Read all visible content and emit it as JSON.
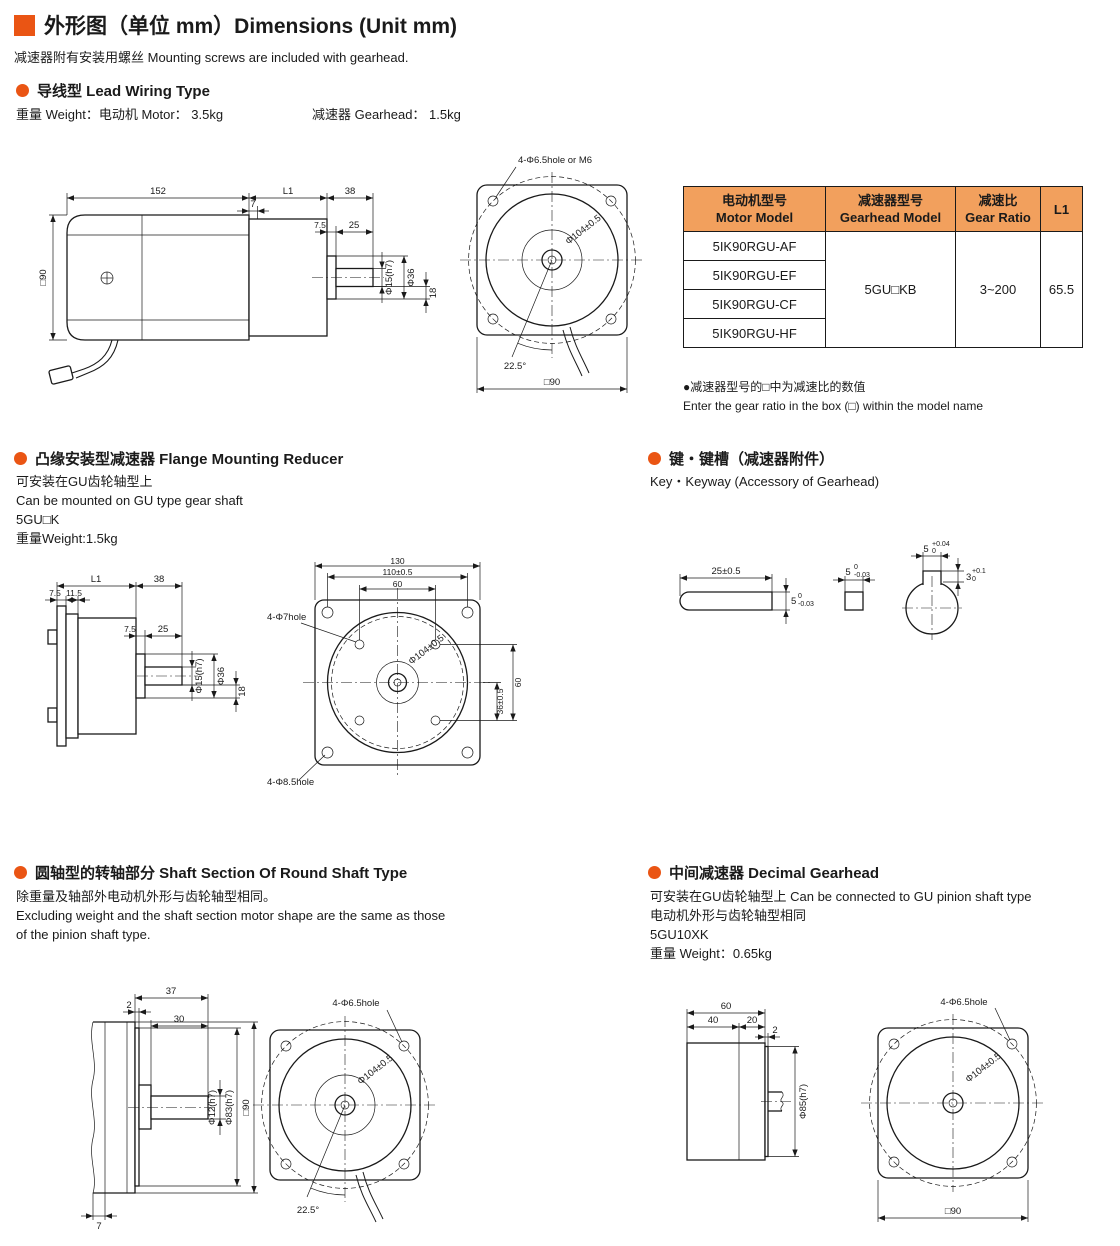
{
  "colors": {
    "accent": "#ea5514",
    "table_header_b g_unused": "",
    "table_header_bg": "#f2a05d"
  },
  "header": {
    "title": "外形图（单位 mm）Dimensions (Unit mm)",
    "subtitle": "减速器附有安装用螺丝 Mounting screws are included with gearhead."
  },
  "lead_wiring": {
    "heading": "导线型 Lead Wiring Type",
    "weight_motor": "重量 Weight：电动机 Motor： 3.5kg",
    "weight_gearhead": "减速器 Gearhead： 1.5kg",
    "dims": {
      "motor_length": "152",
      "gearhead_length": "L1",
      "shaft_section": "38",
      "joint": "7",
      "boss_length": "7.5",
      "shaft_length": "25",
      "shaft_dia": "Φ15(h7)",
      "boss_dia": "Φ36",
      "key_offset": "18",
      "frame_size": "□90",
      "front_holes": "4-Φ6.5hole or M6",
      "bolt_circle": "Φ104±0.5",
      "wire_angle": "22.5°",
      "front_frame": "□90"
    }
  },
  "spec_table": {
    "headers": {
      "motor_zh": "电动机型号",
      "motor_en": "Motor Model",
      "gearhead_zh": "减速器型号",
      "gearhead_en": "Gearhead Model",
      "ratio_zh": "减速比",
      "ratio_en": "Gear Ratio",
      "l1": "L1"
    },
    "motor_models": [
      "5IK90RGU-AF",
      "5IK90RGU-EF",
      "5IK90RGU-CF",
      "5IK90RGU-HF"
    ],
    "gearhead_model": "5GU□KB",
    "gear_ratio": "3~200",
    "l1_value": "65.5",
    "note_zh": "●减速器型号的□中为减速比的数值",
    "note_en": "Enter the gear ratio in the box (□) within the model name"
  },
  "flange": {
    "heading": "凸缘安装型减速器 Flange Mounting Reducer",
    "line1": "可安装在GU齿轮轴型上",
    "line2": "Can be mounted on GU type gear shaft",
    "line3": "5GU□K",
    "line4": "重量Weight:1.5kg",
    "dims": {
      "gearhead_length": "L1",
      "shaft_section": "38",
      "flange_thickness": "7.5",
      "step": "11.5",
      "boss_length": "7.5",
      "shaft_length": "25",
      "shaft_dia": "Φ15(h7)",
      "boss_dia": "Φ36",
      "key_offset": "18",
      "flange_size": "130",
      "hole_pitch": "110±0.5",
      "inner_pitch": "60",
      "front_holes": "4-Φ7hole",
      "corner_holes": "4-Φ8.5hole",
      "bolt_circle": "Φ104±0.5",
      "side_offset": "36±0.5",
      "side_pitch": "60"
    }
  },
  "key_section": {
    "heading_zh": "键・键槽（减速器附件）",
    "heading_en": "Key・Keyway (Accessory of Gearhead)",
    "key_length": "25±0.5",
    "key_height": "5",
    "key_height_tol_hi": "0",
    "key_height_tol_lo": "-0.03",
    "key_width": "5",
    "key_width_tol_hi": "0",
    "key_width_tol_lo": "-0.03",
    "keyway_width": "5",
    "keyway_width_tol_hi": "+0.04",
    "keyway_width_tol_lo": "0",
    "keyway_depth": "3",
    "keyway_depth_tol_hi": "+0.1",
    "keyway_depth_tol_lo": "0"
  },
  "round_shaft": {
    "heading": "圆轴型的转轴部分 Shaft Section Of Round Shaft Type",
    "line1": "除重量及轴部外电动机外形与齿轮轴型相同。",
    "line2": "Excluding weight and the shaft section motor shape are the same as those",
    "line3": "of the pinion shaft type.",
    "dims": {
      "total_length": "37",
      "boss_length": "2",
      "shaft_length": "30",
      "shaft_dia": "Φ12(h7)",
      "boss_dia": "Φ83(h7)",
      "frame_size": "□90",
      "cover": "7",
      "front_holes": "4-Φ6.5hole",
      "bolt_circle": "Φ104±0.5",
      "wire_angle": "22.5°"
    }
  },
  "decimal": {
    "heading": "中间减速器 Decimal Gearhead",
    "line1": "可安装在GU齿轮轴型上 Can be connected to GU pinion shaft type",
    "line2": "电动机外形与齿轮轴型相同",
    "line3": "5GU10XK",
    "line4": "重量 Weight：0.65kg",
    "dims": {
      "total_length": "60",
      "body_length": "40",
      "pilot_length": "20",
      "step": "2",
      "pilot_dia": "Φ85(h7)",
      "front_holes": "4-Φ6.5hole",
      "bolt_circle": "Φ104±0.5",
      "front_frame": "□90"
    }
  }
}
